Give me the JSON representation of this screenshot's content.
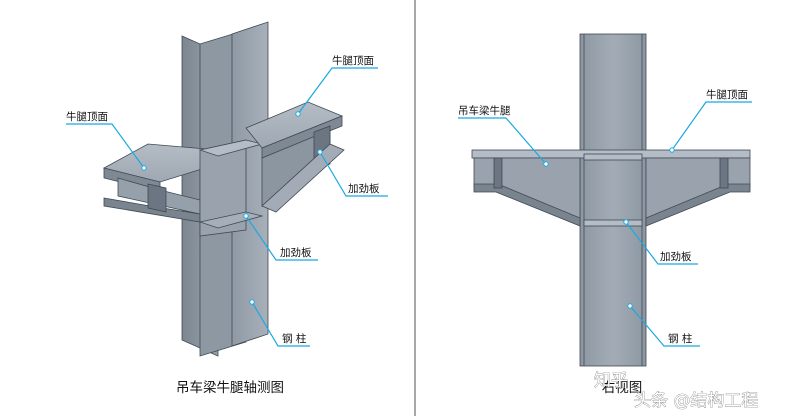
{
  "left_panel": {
    "labels": {
      "bracket_top_left": "牛腿顶面",
      "bracket_top_right": "牛腿顶面",
      "stiffener_right": "加劲板",
      "stiffener_center": "加劲板",
      "steel_column": "钢 柱"
    },
    "caption": "吊车梁牛腿轴测图"
  },
  "right_panel": {
    "labels": {
      "crane_beam_bracket": "吊车梁牛腿",
      "bracket_top": "牛腿顶面",
      "stiffener": "加劲板",
      "steel_column": "钢 柱"
    },
    "caption": "右视图"
  },
  "watermark": {
    "platform": "知乎",
    "author": "头条 @结构工程"
  },
  "colors": {
    "leader_line": "#19a9e0",
    "steel_light": "#a9b2bc",
    "steel_mid": "#8a949f",
    "steel_dark": "#6c7682",
    "divider": "#8c8c8c"
  }
}
